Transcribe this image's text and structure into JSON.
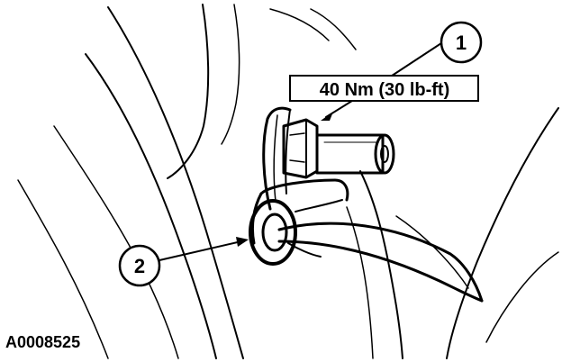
{
  "callouts": [
    {
      "number": "1",
      "text": "40 Nm (30 lb-ft)"
    },
    {
      "number": "2"
    }
  ],
  "figure_id": "A0008525"
}
